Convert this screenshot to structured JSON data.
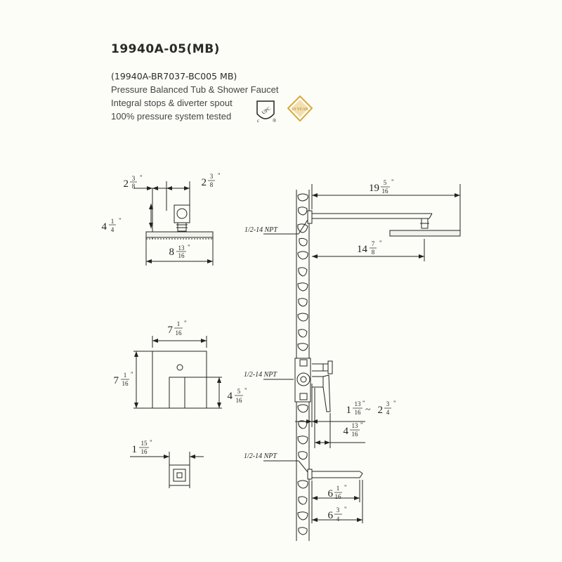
{
  "header": {
    "model": "19940A-05(MB)",
    "sub_model": "(19940A-BR7037-BC005   MB)",
    "description_lines": [
      "Pressure Balanced Tub & Shower Faucet",
      "Integral stops & diverter spout",
      "100% pressure system tested"
    ]
  },
  "badges": {
    "cert_mark_letters": "UPC",
    "cert_mark_c": "c",
    "cert_mark_us": "®",
    "warranty_text": "10 YEAR",
    "warranty_color": "#d8a93a"
  },
  "connections": {
    "npt_label": "1/2-14 NPT"
  },
  "dimensions": {
    "head_width_top": {
      "whole": "2",
      "num": "3",
      "den": "8",
      "mark": "\""
    },
    "head_width_top_right": {
      "whole": "2",
      "num": "3",
      "den": "8",
      "mark": "\""
    },
    "head_height": {
      "whole": "4",
      "num": "1",
      "den": "4",
      "mark": "\""
    },
    "head_diameter": {
      "whole": "8",
      "num": "13",
      "den": "16",
      "mark": "\""
    },
    "arm_length": {
      "whole": "19",
      "num": "5",
      "den": "16",
      "mark": "\""
    },
    "arm_reach": {
      "whole": "14",
      "num": "7",
      "den": "8",
      "mark": "\""
    },
    "trim_width": {
      "whole": "7",
      "num": "1",
      "den": "16",
      "mark": "\""
    },
    "trim_height": {
      "whole": "7",
      "num": "1",
      "den": "16",
      "mark": "\""
    },
    "handle_height": {
      "whole": "4",
      "num": "5",
      "den": "16",
      "mark": "\""
    },
    "depth_range_low": {
      "whole": "1",
      "num": "13",
      "den": "16",
      "mark": "\""
    },
    "depth_range_sep": "~",
    "depth_range_high": {
      "whole": "2",
      "num": "3",
      "den": "4",
      "mark": "\""
    },
    "handle_projection": {
      "whole": "4",
      "num": "13",
      "den": "16",
      "mark": "\""
    },
    "spout_escutcheon": {
      "whole": "1",
      "num": "15",
      "den": "16",
      "mark": "\""
    },
    "spout_reach": {
      "whole": "6",
      "num": "1",
      "den": "16",
      "mark": "\""
    },
    "spout_length": {
      "whole": "6",
      "num": "3",
      "den": "4",
      "mark": "\""
    }
  }
}
